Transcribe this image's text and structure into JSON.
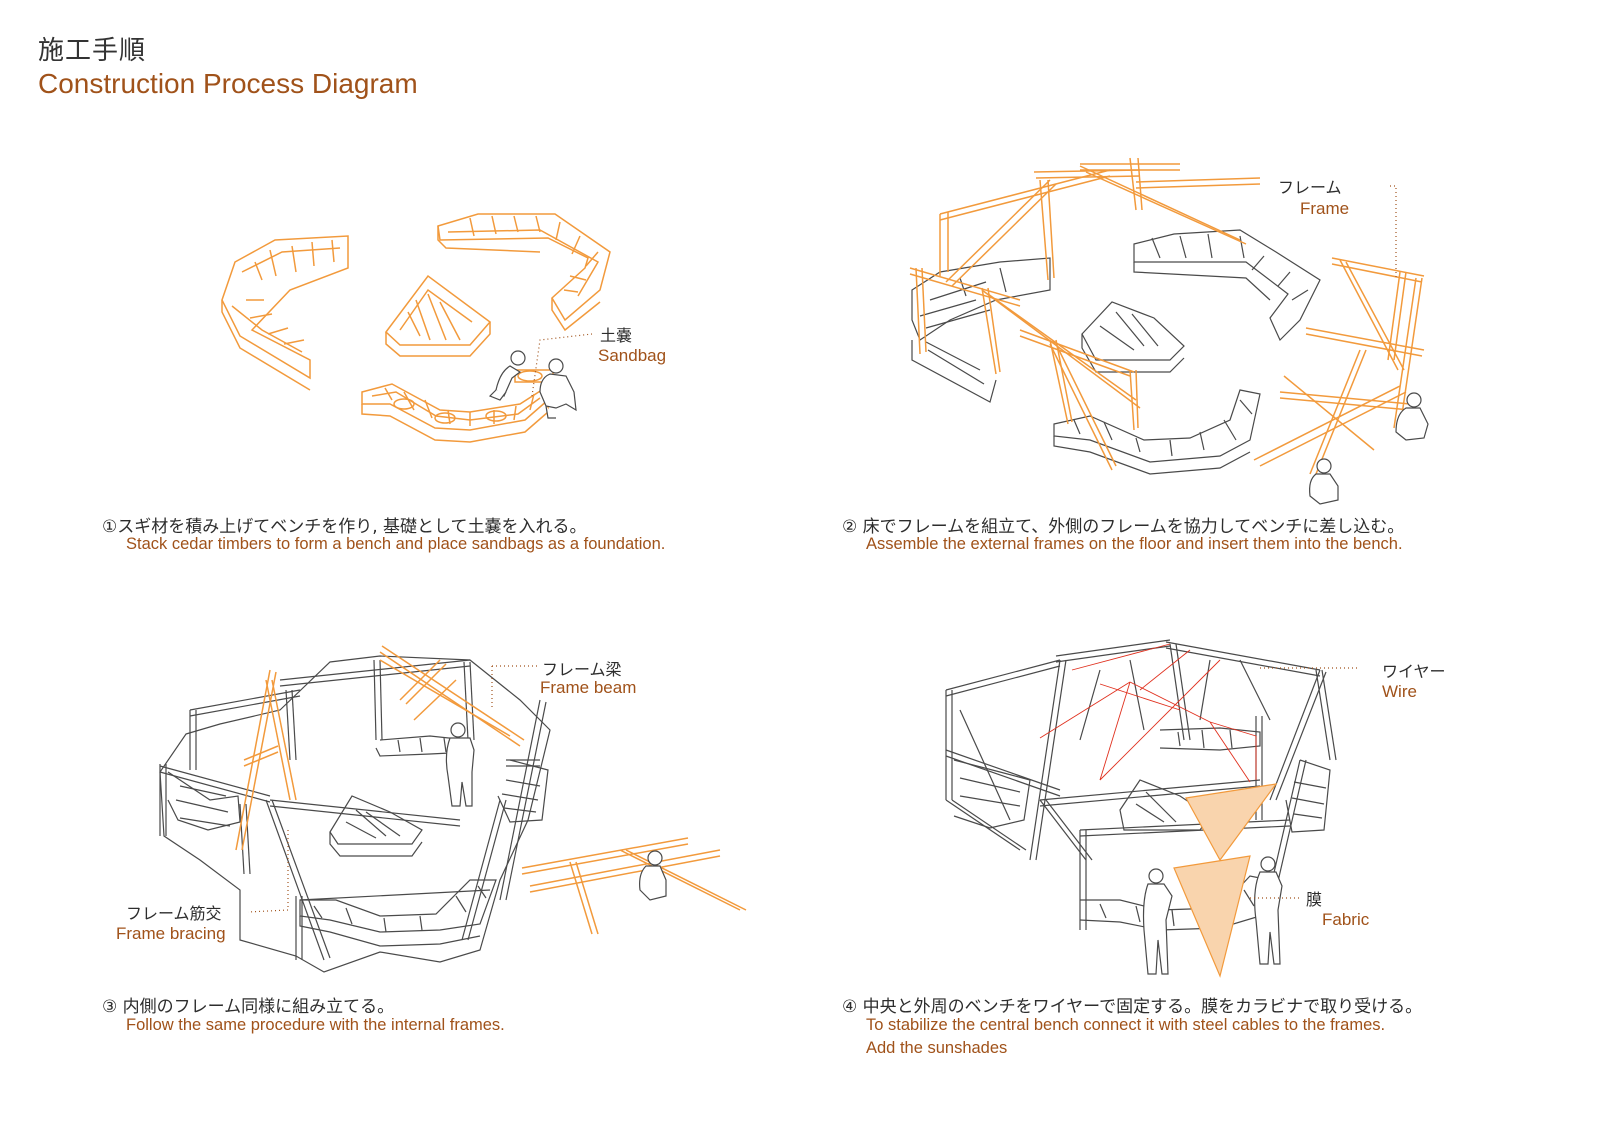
{
  "header": {
    "title_jp": "施工手順",
    "title_en": "Construction Process Diagram"
  },
  "colors": {
    "accent": "#a0521a",
    "new_parts": "#f29a3c",
    "existing_parts": "#4a4a4a",
    "wire": "#e0301e",
    "fabric": "#f9d4ad"
  },
  "steps": [
    {
      "caption_jp": "①スギ材を積み上げてベンチを作り, 基礎として土嚢を入れる。",
      "caption_en": "Stack cedar timbers to form a bench and place sandbags as a foundation.",
      "labels": [
        {
          "jp": "土嚢",
          "en": "Sandbag"
        }
      ]
    },
    {
      "caption_jp": "② 床でフレームを組立て、外側のフレームを協力してベンチに差し込む。",
      "caption_en": "Assemble the external frames on the floor and insert them into the bench.",
      "labels": [
        {
          "jp": "フレーム",
          "en": "Frame"
        }
      ]
    },
    {
      "caption_jp": "③ 内側のフレーム同様に組み立てる。",
      "caption_en": "Follow the same procedure with the internal frames.",
      "labels": [
        {
          "jp": "フレーム梁",
          "en": "Frame beam"
        },
        {
          "jp": "フレーム筋交",
          "en": "Frame bracing"
        }
      ]
    },
    {
      "caption_jp": "④ 中央と外周のベンチをワイヤーで固定する。膜をカラビナで取り受ける。",
      "caption_en": "To stabilize the central bench connect it with steel cables to the frames.",
      "caption_en_2": "Add the sunshades",
      "labels": [
        {
          "jp": "ワイヤー",
          "en": "Wire"
        },
        {
          "jp": "膜",
          "en": "Fabric"
        }
      ]
    }
  ]
}
